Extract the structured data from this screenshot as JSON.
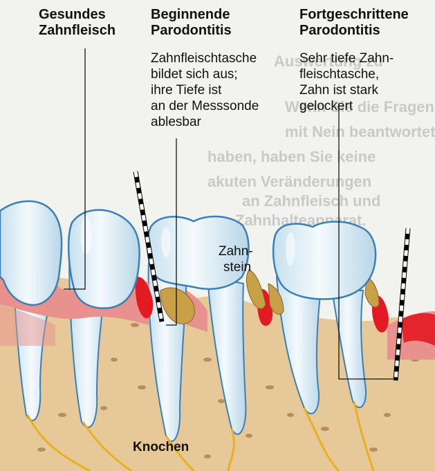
{
  "columns": [
    {
      "heading_lines": [
        "Gesundes",
        "Zahnfleisch"
      ],
      "desc_lines": []
    },
    {
      "heading_lines": [
        "Beginnende",
        "Parodontitis"
      ],
      "desc_lines": [
        "Zahnfleischtasche",
        "bildet sich aus;",
        "ihre Tiefe ist",
        "an der Messsonde",
        "ablesbar"
      ]
    },
    {
      "heading_lines": [
        "Fortgeschrittene",
        "Parodontitis"
      ],
      "desc_lines": [
        "Sehr tiefe Zahn-",
        "fleischtasche,",
        "Zahn ist stark",
        "gelockert"
      ]
    }
  ],
  "labels": {
    "zahnstein_lines": [
      "Zahn-",
      "stein"
    ],
    "knochen": "Knochen"
  },
  "background_text_lines": [
    "Auswertung zu",
    "Wenn Sie die Fragen",
    "mit Nein beantwortet",
    "haben, haben Sie keine",
    "akuten Veränderungen",
    "an Zahnfleisch und",
    "Zahnhalteapparat."
  ],
  "colors": {
    "enamel": "#dcecf4",
    "enamel_outline": "#3b7fb5",
    "gum": "#e8918e",
    "inflamed_gum": "#e21a24",
    "bone": "#e7c898",
    "bone_pores": "#a8704a",
    "tartar": "#c8a048",
    "nerve": "#e8b020",
    "text": "#111111"
  }
}
